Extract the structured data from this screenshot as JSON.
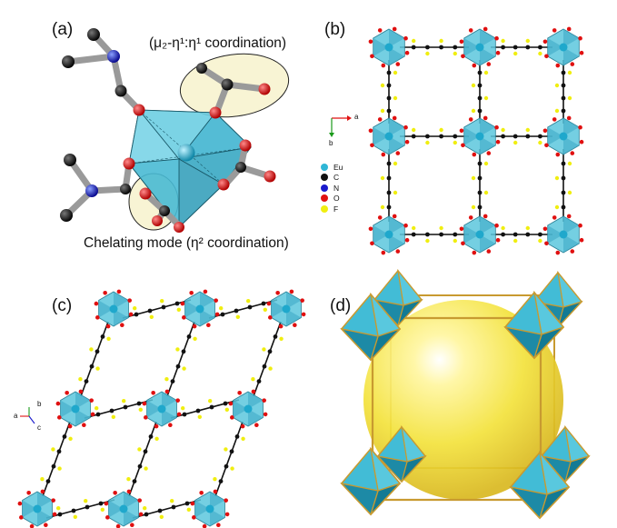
{
  "panels": {
    "a": {
      "label": "(a)",
      "annotation_top": "(μ₂-η¹:η¹ coordination)",
      "annotation_bottom": "Chelating mode (η² coordination)"
    },
    "b": {
      "label": "(b)",
      "axes": {
        "x": "a",
        "y": "b"
      },
      "legend": [
        {
          "symbol": "Eu",
          "color": "#2fb6d6"
        },
        {
          "symbol": "C",
          "color": "#111111"
        },
        {
          "symbol": "N",
          "color": "#1a1acc"
        },
        {
          "symbol": "O",
          "color": "#e01010"
        },
        {
          "symbol": "F",
          "color": "#f0ee10"
        }
      ]
    },
    "c": {
      "label": "(c)",
      "axes": {
        "x": "a",
        "y": "b",
        "z": "c"
      }
    },
    "d": {
      "label": "(d)"
    }
  },
  "colors": {
    "polyhedron": "#3fbfd8",
    "polyhedron_dark": "#1a8fa8",
    "carbon": "#111111",
    "oxygen": "#e01010",
    "nitrogen": "#1a1acc",
    "fluorine": "#f0ee10",
    "europium": "#2fb6d6",
    "highlight_ellipse": "#f8f4d4",
    "cage_sphere": "#f5e84a",
    "cage_edge": "#c89a30"
  }
}
